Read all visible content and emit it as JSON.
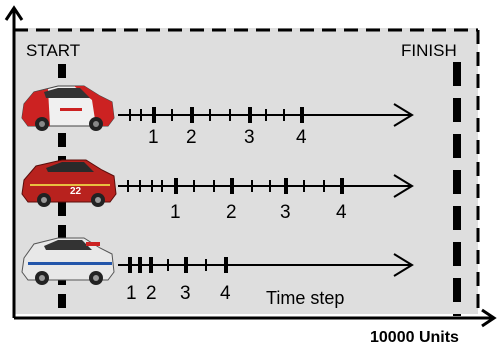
{
  "labels": {
    "start": "START",
    "finish": "FINISH",
    "distance": "10000 Units",
    "time_step": "Time step"
  },
  "tracks": [
    {
      "car_color": "white with red stripes",
      "step_labels": [
        "1",
        "2",
        "3",
        "4"
      ]
    },
    {
      "car_color": "red",
      "car_number": "22",
      "step_labels": [
        "1",
        "2",
        "3",
        "4"
      ]
    },
    {
      "car_color": "white with blue/red trim",
      "step_labels": [
        "1",
        "2",
        "3",
        "4"
      ]
    }
  ],
  "colors": {
    "field": "#dedede",
    "ink": "#000000",
    "car1": "#cc2222",
    "car2": "#b8221e",
    "car3": "#e8e8e8"
  }
}
